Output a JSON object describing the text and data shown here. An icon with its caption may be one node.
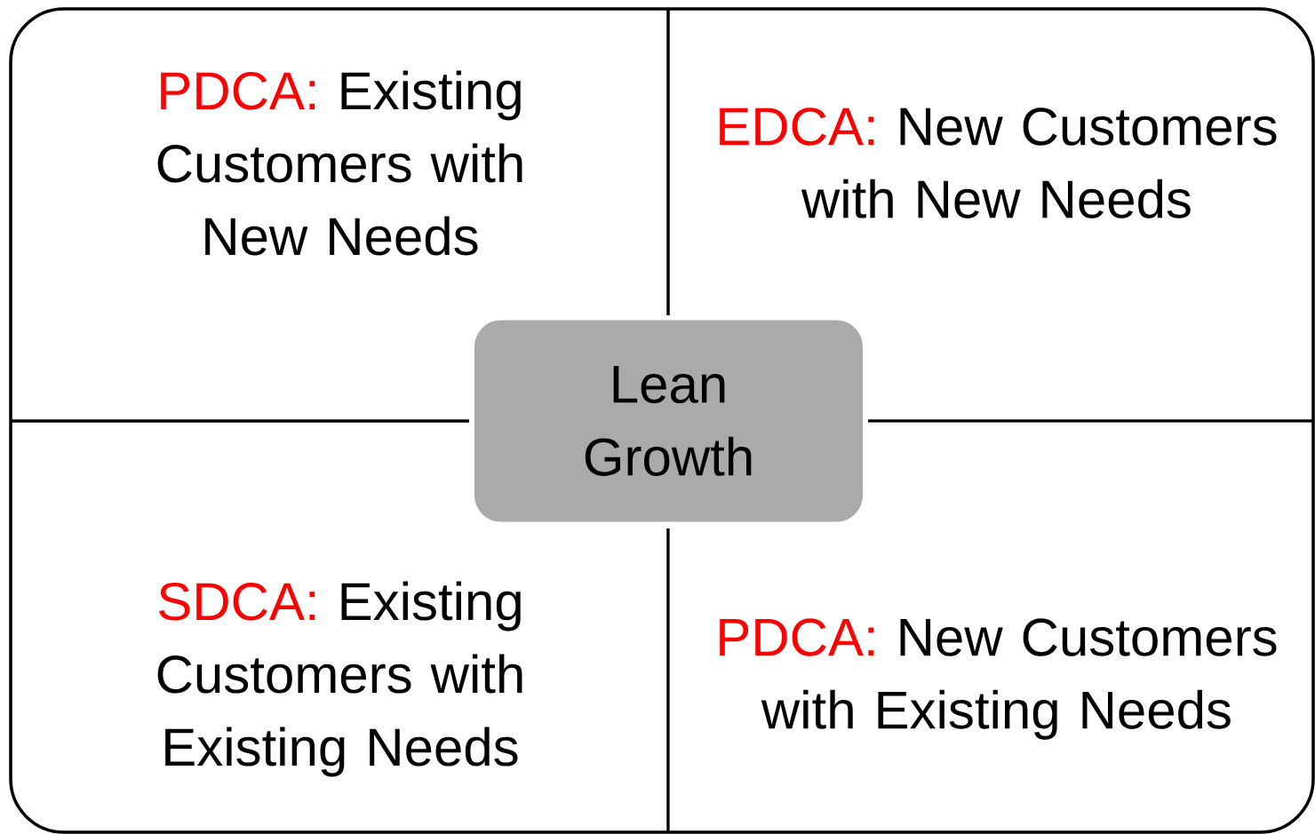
{
  "diagram": {
    "nodes": [
      {
        "text": [],
        "shape": "box"
      },
      {
        "text": [
          "PDCA:",
          "Existing Customers with New Needs"
        ],
        "in": 0
      },
      {
        "text": [
          "EDCA:",
          "New Customers with New Needs"
        ],
        "in": 0
      },
      {
        "text": [
          "Lean Growth"
        ],
        "in": 0
      },
      {
        "text": [
          "SDCA:",
          "Existing Customers with Existing Needs"
        ],
        "in": 0
      },
      {
        "text": [
          "PDCA:",
          "New Customers with Existing Needs"
        ],
        "in": 0
      }
    ]
  }
}
